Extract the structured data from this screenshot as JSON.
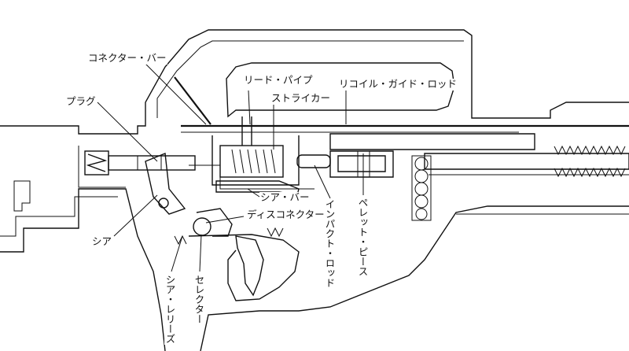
{
  "labels": {
    "connector_bar": "コネクター・バー",
    "reed_pipe": "リード・パイプ",
    "recoil_guide_rod": "リコイル・ガイド・ロッド",
    "striker": "ストライカー",
    "plug": "プラグ",
    "sear_bar": "シア・バー",
    "disconnector": "ディスコネクター",
    "sear": "シア",
    "impact_rod": "インパクト・ロッド",
    "pellet_piece": "ペレット・ピース",
    "sear_release": "シア・レリーズ",
    "selector": "セレクター"
  }
}
